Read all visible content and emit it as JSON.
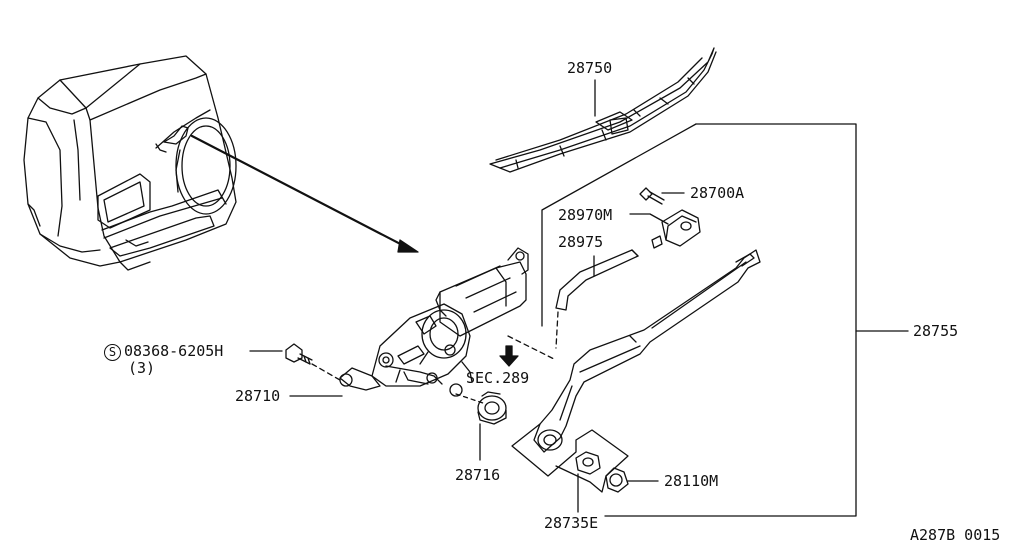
{
  "diagram": {
    "figure_code": "A287B 0015",
    "symbol": "S",
    "parts": {
      "blade": "28750",
      "bolt_top": "28700A",
      "cap": "28970M",
      "arm_cover": "28975",
      "arm_assembly": "28755",
      "screw": "08368-6205H",
      "screw_qty": "(3)",
      "motor_bracket": "28710",
      "grommet": "28716",
      "nut": "28735E",
      "cap_nut": "28110M",
      "section_ref": "SEC.289"
    }
  }
}
